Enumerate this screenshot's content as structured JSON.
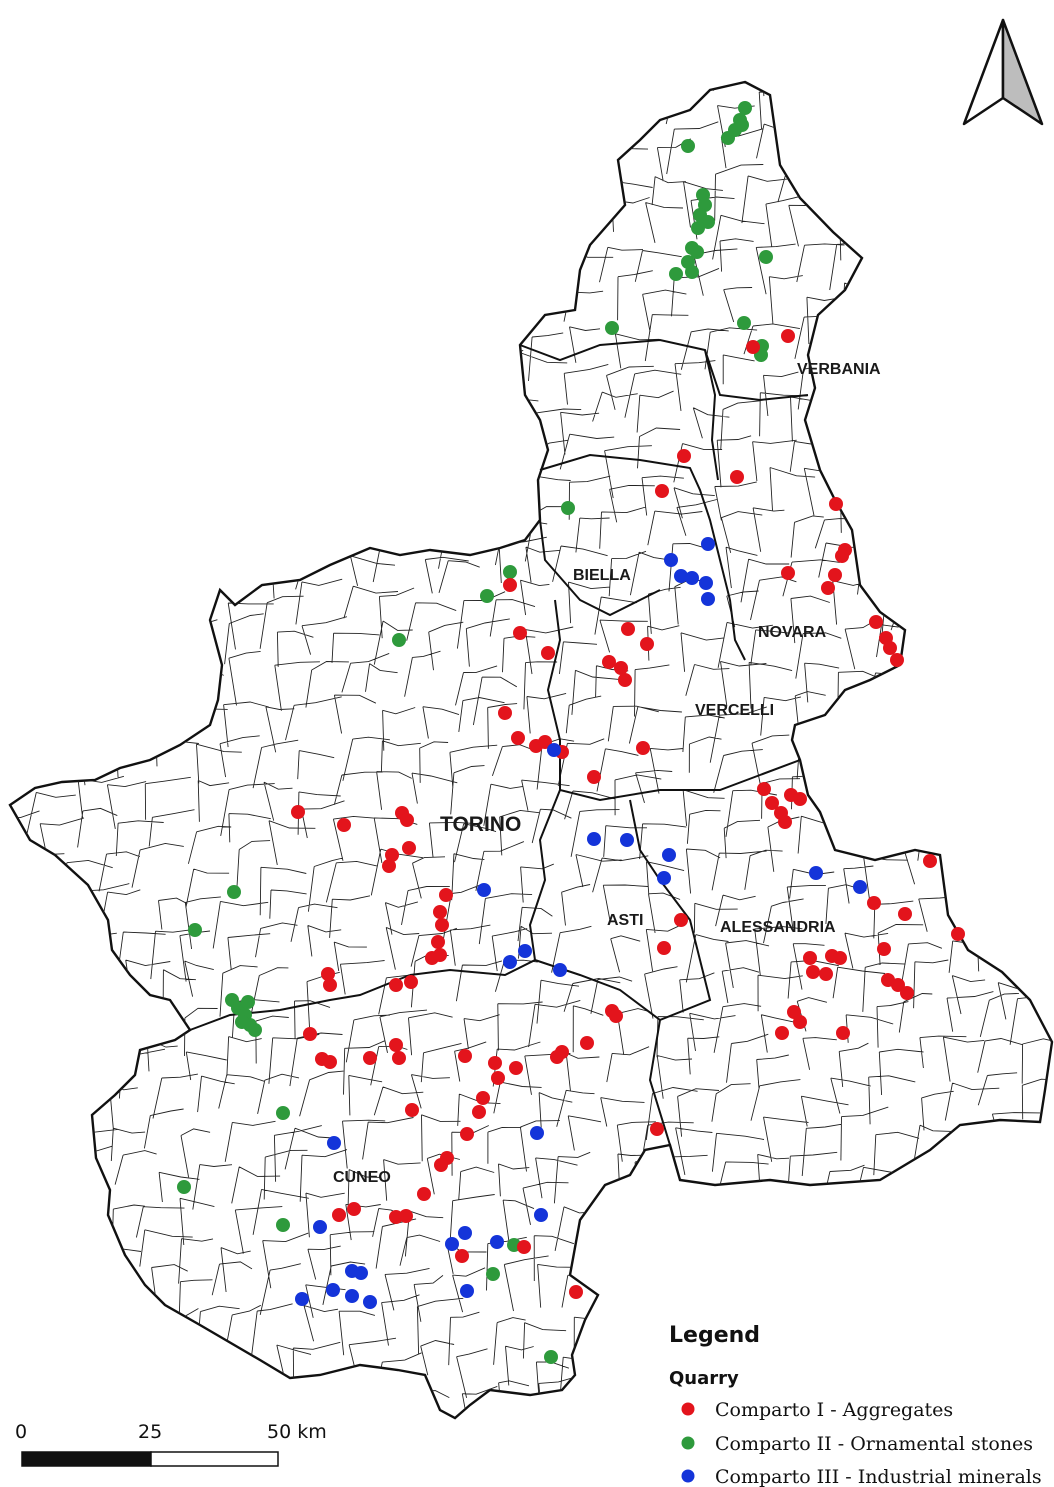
{
  "provinces": {
    "verbania": "VERBANIA",
    "biella": "BIELLA",
    "novara": "NOVARA",
    "vercelli": "VERCELLI",
    "torino": "TORINO",
    "asti": "ASTI",
    "alessandria": "ALESSANDRIA",
    "cuneo": "CUNEO"
  },
  "legend": {
    "title": "Legend",
    "subtitle": "Quarry",
    "items": [
      {
        "label": "Comparto I - Aggregates",
        "color": "#e3141c"
      },
      {
        "label": "Comparto II - Ornamental stones",
        "color": "#2e9a3c"
      },
      {
        "label": "Comparto III - Industrial minerals",
        "color": "#1434d9"
      }
    ]
  },
  "scale_bar": {
    "labels": [
      "0",
      "25",
      "50 km"
    ]
  },
  "icons": {
    "north_arrow": "north-arrow-icon"
  },
  "colors": {
    "aggregates": "#e3141c",
    "ornamental": "#2e9a3c",
    "industrial": "#1434d9",
    "boundary": "#111111"
  }
}
